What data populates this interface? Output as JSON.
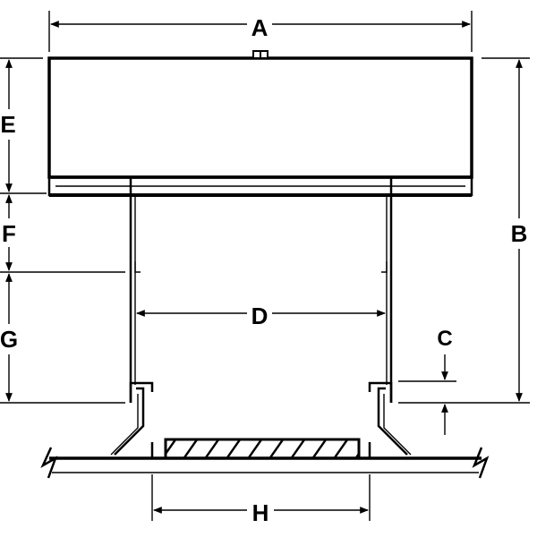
{
  "diagram": {
    "dimensions": {
      "a": "A",
      "b": "B",
      "c": "C",
      "d": "D",
      "e": "E",
      "f": "F",
      "g": "G",
      "h": "H"
    },
    "colors": {
      "ink": "#000000",
      "background": "#ffffff"
    }
  }
}
